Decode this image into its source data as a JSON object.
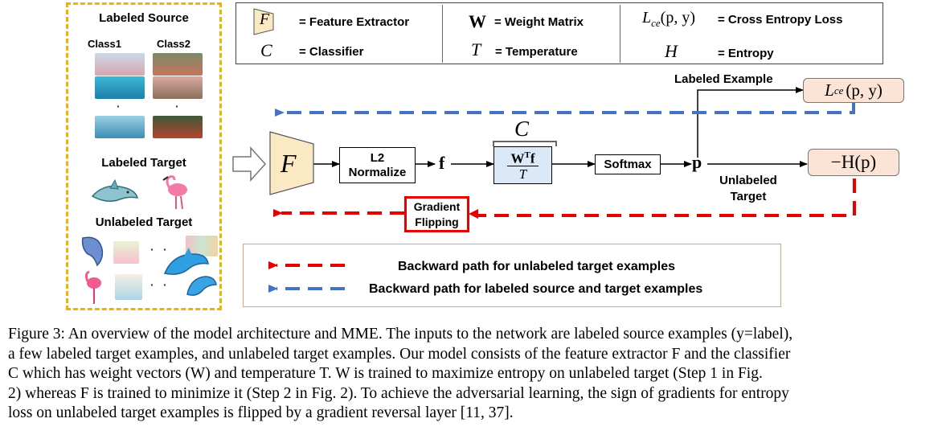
{
  "left_panel": {
    "labeled_source": "Labeled Source",
    "class1": "Class1",
    "class2": "Class2",
    "labeled_target": "Labeled Target",
    "unlabeled_target": "Unlabeled Target",
    "dots": "·"
  },
  "legend": {
    "f_sym": "F",
    "f_txt": "= Feature Extractor",
    "c_sym": "C",
    "c_txt": "= Classifier",
    "w_sym": "W",
    "w_txt": "= Weight Matrix",
    "t_sym": "T",
    "t_txt": "= Temperature",
    "lce_sym": "L",
    "lce_sub": "ce",
    "lce_args": "(p, y)",
    "lce_txt": "= Cross Entropy Loss",
    "h_sym": "H",
    "h_txt": "= Entropy"
  },
  "diagram": {
    "f_label": "F",
    "l2_line1": "L2",
    "l2_line2": "Normalize",
    "f_vec": "f",
    "c_label": "C",
    "wtf_num_w": "W",
    "wtf_num_t": "T",
    "wtf_num_f": "f",
    "wtf_den": "T",
    "softmax": "Softmax",
    "p_label": "p",
    "labeled_example": "Labeled Example",
    "unlabeled_target_l1": "Unlabeled",
    "unlabeled_target_l2": "Target",
    "lce_box_l": "L",
    "lce_box_sub": "ce",
    "lce_box_args": "(p, y)",
    "negh_box": "−H(p)",
    "grad_l1": "Gradient",
    "grad_l2": "Flipping"
  },
  "path_legend": {
    "unlabeled": "Backward path for unlabeled target examples",
    "labeled": "Backward path for labeled source and target examples"
  },
  "colors": {
    "dataset_border": "#f0b400",
    "red_path": "#e60000",
    "blue_path": "#4472c4",
    "loss_fill": "#fbe4d5",
    "extractor_fill": "#fbe9c4",
    "classifier_fill": "#dae8f7"
  },
  "caption": [
    "Figure 3: An overview of the model architecture and MME. The inputs to the network are labeled source examples (y=label),",
    "a few labeled target examples, and unlabeled target examples. Our model consists of the feature extractor F and the classifier",
    "C which has weight vectors (W) and temperature T. W is trained to maximize entropy on unlabeled target (Step 1 in Fig.",
    "2) whereas F is trained to minimize it (Step 2 in Fig.  2). To achieve the adversarial learning, the sign of gradients for entropy",
    "loss on unlabeled target examples is flipped by a gradient reversal layer [11, 37]."
  ]
}
